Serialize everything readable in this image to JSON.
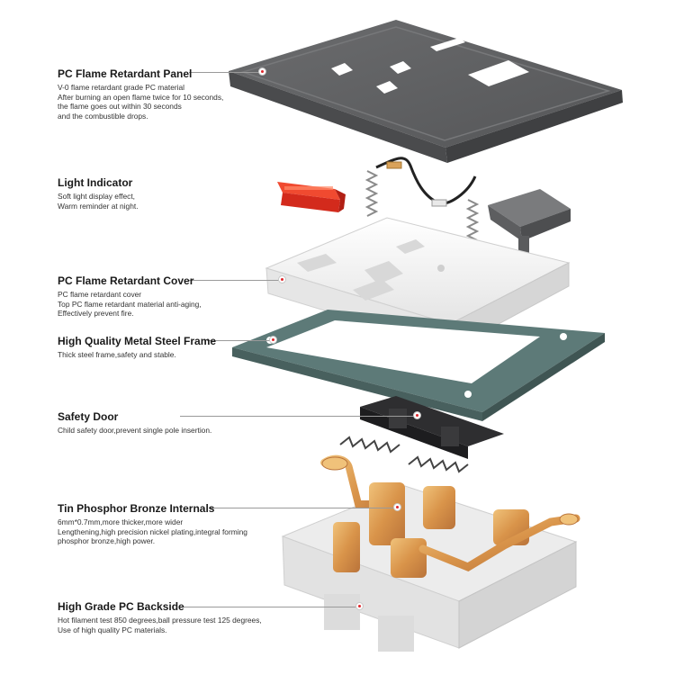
{
  "callouts": [
    {
      "title": "PC Flame Retardant Panel",
      "lines": [
        "V-0 flame retardant grade PC material",
        "After burning an open flame twice for 10 seconds,",
        "the flame goes out within 30 seconds",
        "and the combustible drops."
      ]
    },
    {
      "title": "Light  Indicator",
      "lines": [
        "Soft light display effect,",
        "Warm reminder at night."
      ]
    },
    {
      "title": "PC Flame Retardant Cover",
      "lines": [
        "PC flame retardant cover",
        "Top PC flame retardant material anti-aging,",
        "Effectively prevent fire."
      ]
    },
    {
      "title": "High Quality Metal Steel Frame",
      "lines": [
        "Thick steel frame,safety and stable."
      ]
    },
    {
      "title": "Safety Door",
      "lines": [
        "Child safety door,prevent single pole insertion."
      ]
    },
    {
      "title": "Tin Phosphor Bronze Internals",
      "lines": [
        "6mm*0.7mm,more thicker,more wider",
        "Lengthening,high precision nickel plating,integral forming",
        "phosphor bronze,high power."
      ]
    },
    {
      "title": "High Grade PC Backside",
      "lines": [
        "Hot filament test 850 degrees,ball pressure test 125 degrees,",
        "Use of high quality PC materials."
      ]
    }
  ],
  "colors": {
    "panel": "#5f6062",
    "cover": "#f2f2f2",
    "frame": "#5d7a78",
    "indicator": "#e23a26",
    "bronze": "#d9a25a",
    "marker": "#e0262b"
  }
}
